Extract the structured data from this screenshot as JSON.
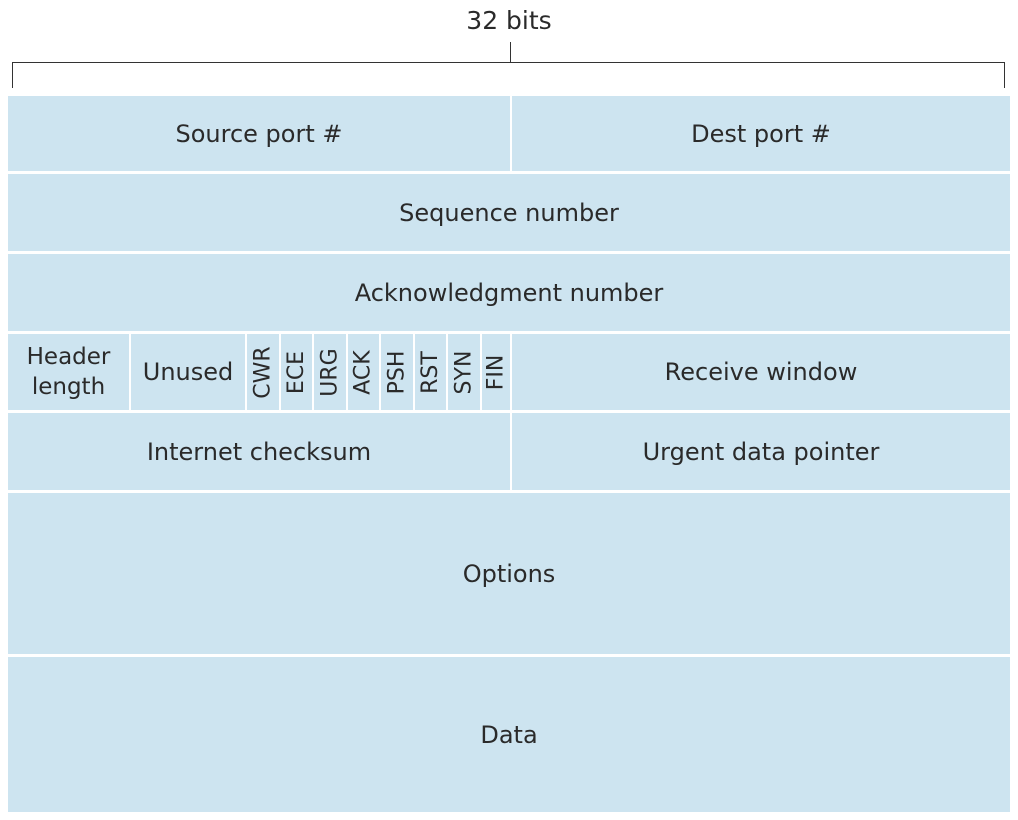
{
  "width_label": "32 bits",
  "rows": {
    "source_port": "Source port #",
    "dest_port": "Dest port #",
    "sequence_number": "Sequence number",
    "ack_number": "Acknowledgment number",
    "header_length": "Header length",
    "unused": "Unused",
    "flags": [
      "CWR",
      "ECE",
      "URG",
      "ACK",
      "PSH",
      "RST",
      "SYN",
      "FIN"
    ],
    "receive_window": "Receive window",
    "checksum": "Internet checksum",
    "urgent_pointer": "Urgent data pointer",
    "options": "Options",
    "data": "Data"
  }
}
